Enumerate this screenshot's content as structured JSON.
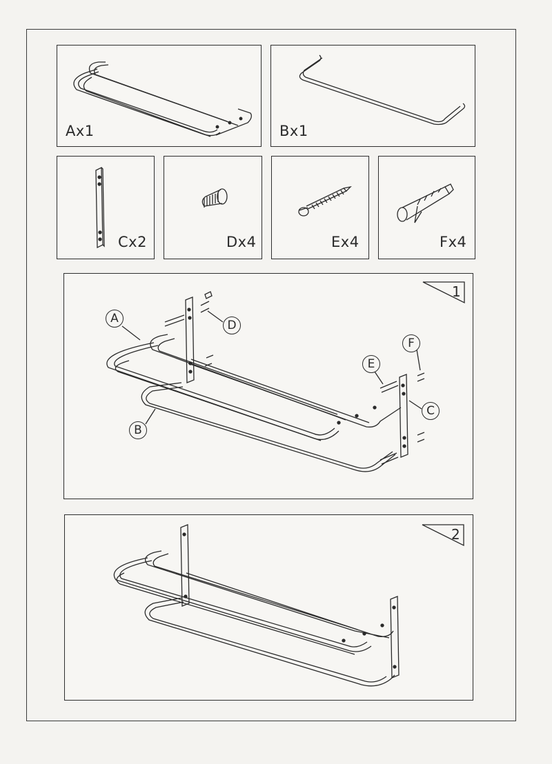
{
  "parts": [
    {
      "id": "A",
      "label": "Ax1"
    },
    {
      "id": "B",
      "label": "Bx1"
    },
    {
      "id": "C",
      "label": "Cx2"
    },
    {
      "id": "D",
      "label": "Dx4"
    },
    {
      "id": "E",
      "label": "Ex4"
    },
    {
      "id": "F",
      "label": "Fx4"
    }
  ],
  "steps": [
    {
      "number": "1",
      "callouts": [
        "A",
        "D",
        "E",
        "F",
        "B",
        "C"
      ]
    },
    {
      "number": "2"
    }
  ]
}
